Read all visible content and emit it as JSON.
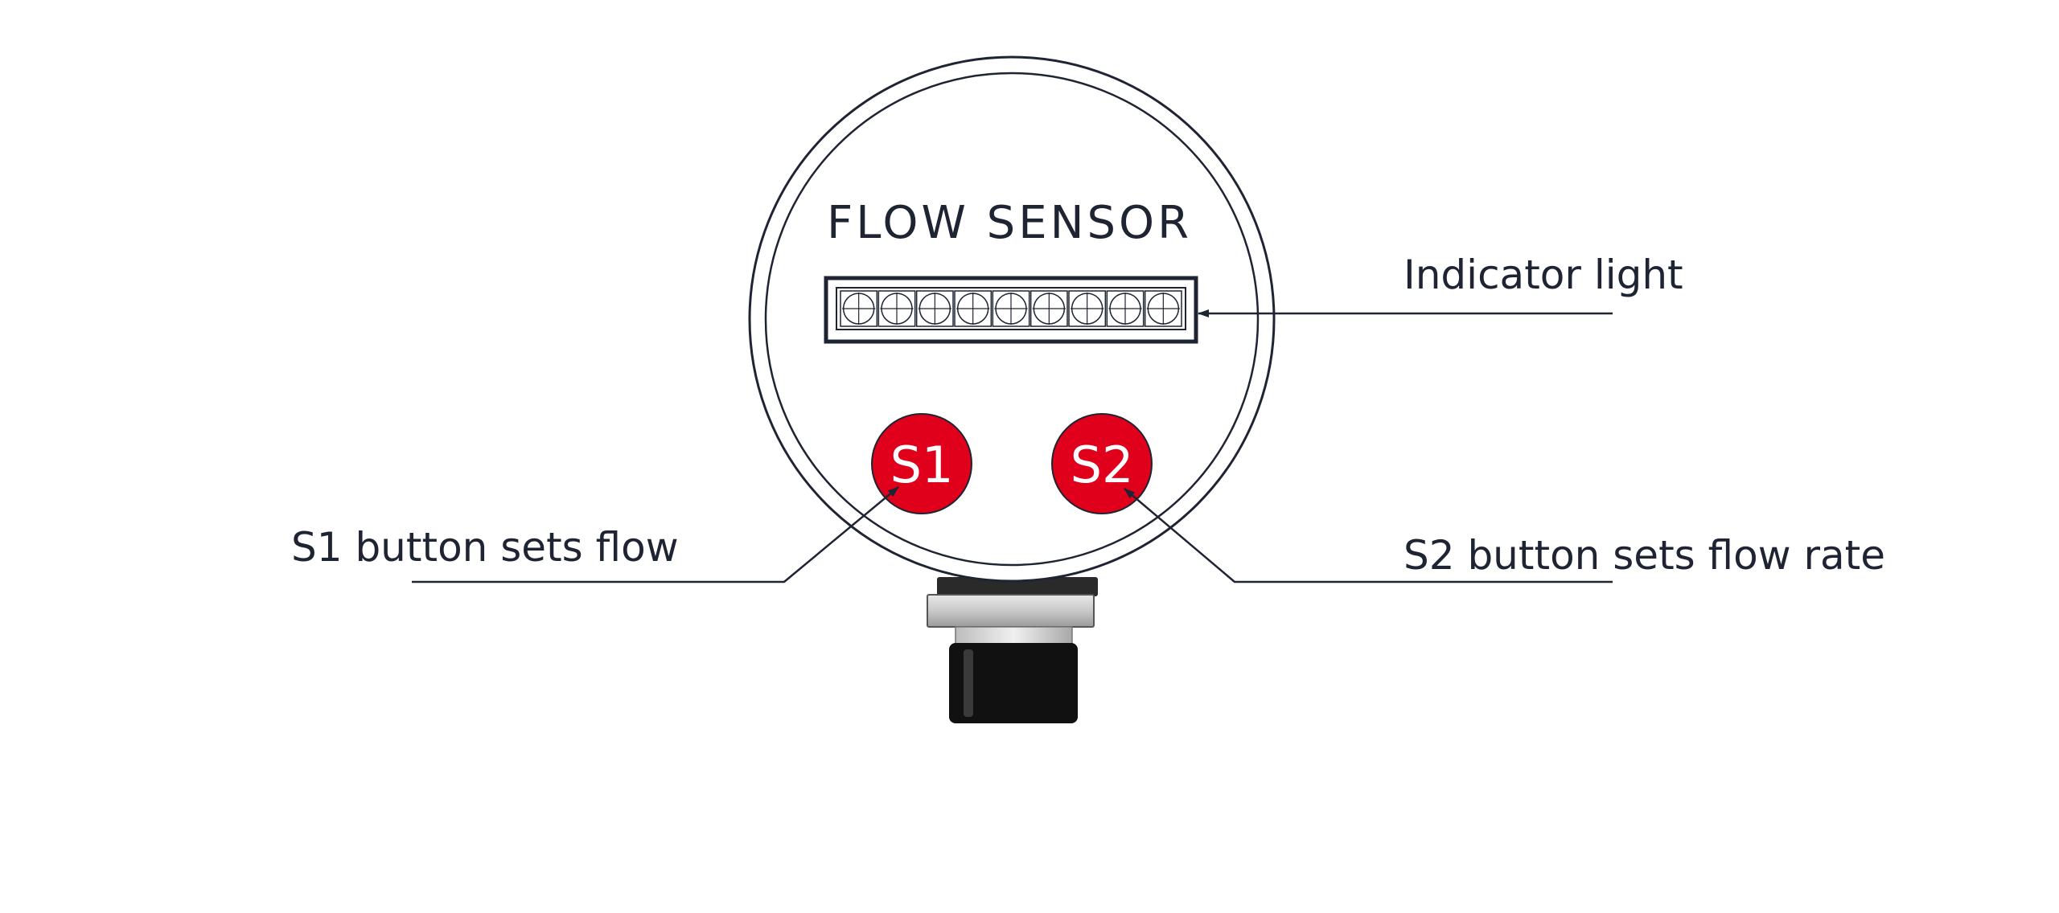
{
  "device": {
    "title": "FLOW SENSOR",
    "indicator_cell_count": 9,
    "buttons": [
      {
        "label": "S1"
      },
      {
        "label": "S2"
      }
    ],
    "button_color": "#e0001b"
  },
  "callouts": {
    "indicator": "Indicator light",
    "s1": "S1 button sets flow",
    "s2": "S2 button sets flow rate"
  },
  "colors": {
    "outline": "#1f2433",
    "connector_body": "#111111",
    "background": "#ffffff"
  }
}
